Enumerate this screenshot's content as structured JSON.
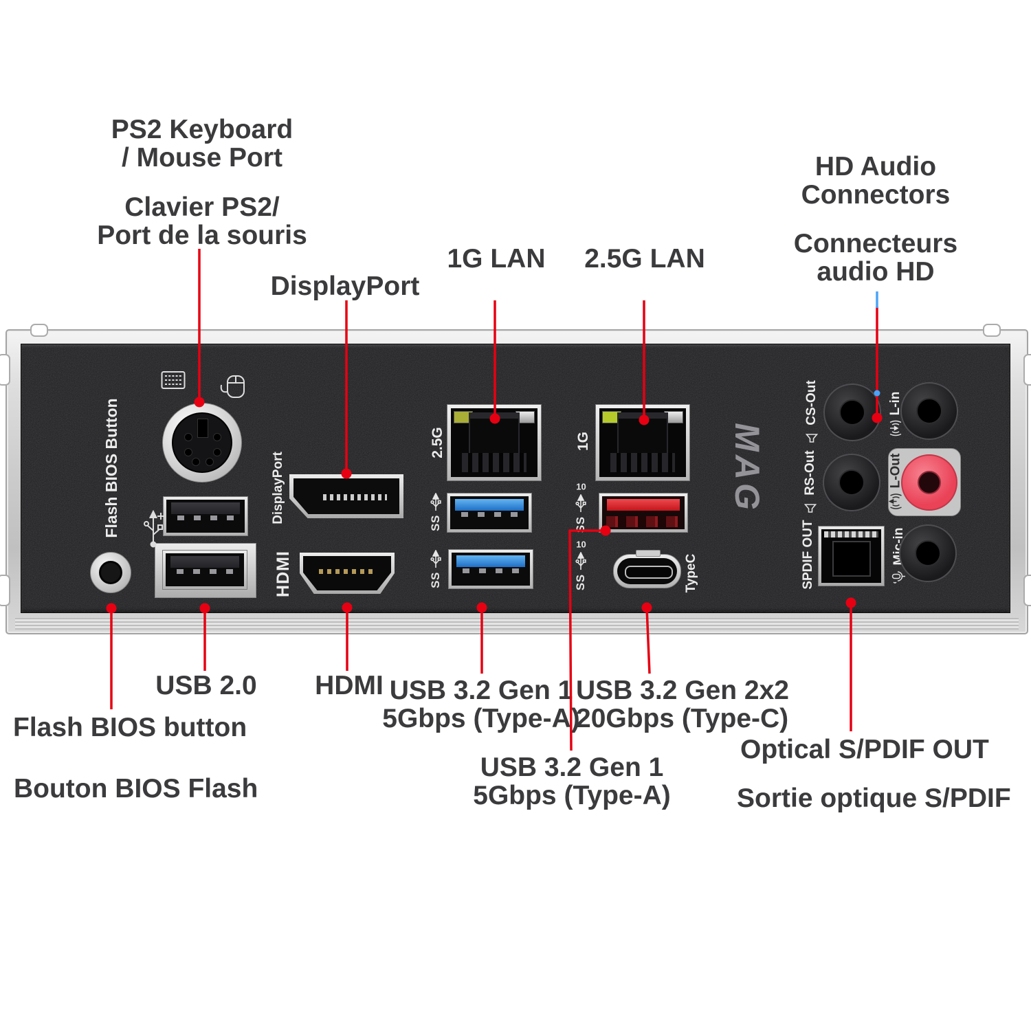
{
  "figure": {
    "type": "motherboard-rear-io-panel-diagram",
    "languages": [
      "en",
      "fr"
    ]
  },
  "callouts": {
    "ps2_en_l1": "PS2 Keyboard",
    "ps2_en_l2": "/ Mouse Port",
    "ps2_fr_l1": "Clavier PS2/",
    "ps2_fr_l2": "Port de la souris",
    "displayport": "DisplayPort",
    "lan_1g": "1G LAN",
    "lan_25g": "2.5G LAN",
    "hd_audio_en_l1": "HD Audio",
    "hd_audio_en_l2": "Connectors",
    "hd_audio_fr_l1": "Connecteurs",
    "hd_audio_fr_l2": "audio HD",
    "usb20": "USB 2.0",
    "hdmi": "HDMI",
    "usb_gen1_a_l1": "USB 3.2 Gen 1",
    "usb_gen1_a_l2": "5Gbps (Type-A)",
    "usb_gen2x2_l1": "USB 3.2 Gen 2x2",
    "usb_gen2x2_l2": "20Gbps (Type-C)",
    "usb_gen1_b_l1": "USB 3.2 Gen 1",
    "usb_gen1_b_l2": "5Gbps (Type-A)",
    "flash_bios_en": "Flash BIOS button",
    "flash_bios_fr": "Bouton BIOS Flash",
    "spdif_en": "Optical S/PDIF OUT",
    "spdif_fr": "Sortie optique S/PDIF"
  },
  "panel_text": {
    "flash_bios": "Flash BIOS Button",
    "displayport": "DisplayPort",
    "hdmi": "HDMI",
    "lan_left": "2.5G",
    "lan_right": "1G",
    "ss": "SS",
    "ss_speed_10": "10",
    "typec": "TypeC",
    "logo": "MAG",
    "cs_out": "CS-Out",
    "rs_out": "RS-Out",
    "l_in": "L-in",
    "l_out": "L-Out",
    "mic_in": "Mic-in",
    "spdif_out": "SPDIF OUT"
  },
  "icons": [
    "keyboard-icon",
    "mouse-icon",
    "usb-trident-icon",
    "ss-usb-trident-icon",
    "speaker-icon",
    "line-in-icon",
    "line-out-icon",
    "mic-icon"
  ],
  "colors": {
    "callout_red": "#e60012",
    "callout_blue_marker": "#4ba3f7",
    "label_text": "#3b3b3d",
    "panel_black": "#202023",
    "shield_silver": "#cdcdcd",
    "panel_white_text": "#ececec",
    "usb3_blue": "#2e86d8",
    "usb10_red": "#e0262c",
    "led_green": "#b6cb2b",
    "audio_lout_pink": "#ef5060"
  }
}
